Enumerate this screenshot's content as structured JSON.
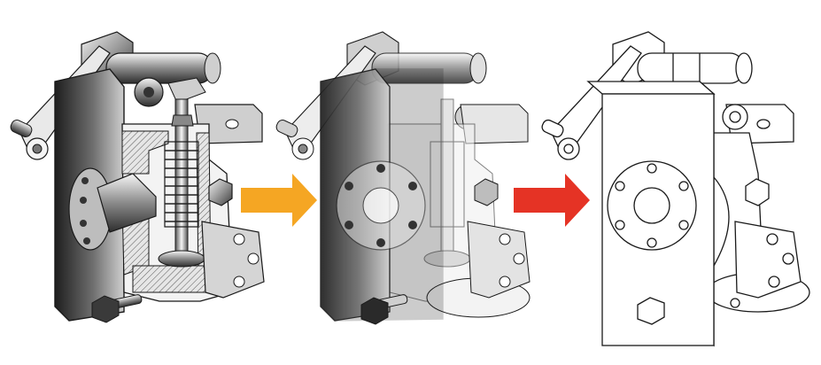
{
  "figure": {
    "stages": [
      {
        "id": "cutaway",
        "style": "shaded-section"
      },
      {
        "id": "transparent",
        "style": "ghosted-overlay"
      },
      {
        "id": "line-art",
        "style": "outline-only"
      }
    ],
    "arrows": [
      {
        "from": "cutaway",
        "to": "transparent",
        "color": "#F5A623"
      },
      {
        "from": "transparent",
        "to": "line-art",
        "color": "#E53325"
      }
    ],
    "colors": {
      "ink": "#1a1a1a",
      "metal_dark": "#3a3a3a",
      "metal_mid": "#8c8c8c",
      "metal_light": "#d9d9d9",
      "paper": "#ffffff"
    }
  }
}
